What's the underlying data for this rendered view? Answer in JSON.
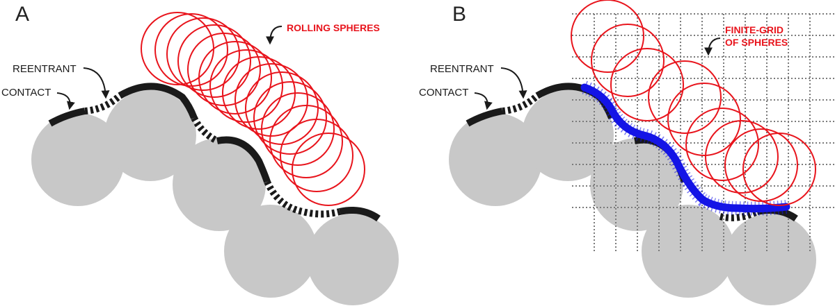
{
  "panels": [
    {
      "letter": "A",
      "callouts": {
        "reentrant": "REENTRANT",
        "contact": "CONTACT",
        "probe": [
          "ROLLING SPHERES"
        ]
      }
    },
    {
      "letter": "B",
      "callouts": {
        "reentrant": "REENTRANT",
        "contact": "CONTACT",
        "probe": [
          "FINITE-GRID",
          "OF SPHERES"
        ]
      }
    }
  ],
  "colors": {
    "atom": "#c8c8c8",
    "contact_surface": "#1a1a1a",
    "probe_sphere": "#e8141c",
    "grid_surface": "#1414e6",
    "grid_lines": "#7a7a7a",
    "label_red": "#e8141c"
  }
}
